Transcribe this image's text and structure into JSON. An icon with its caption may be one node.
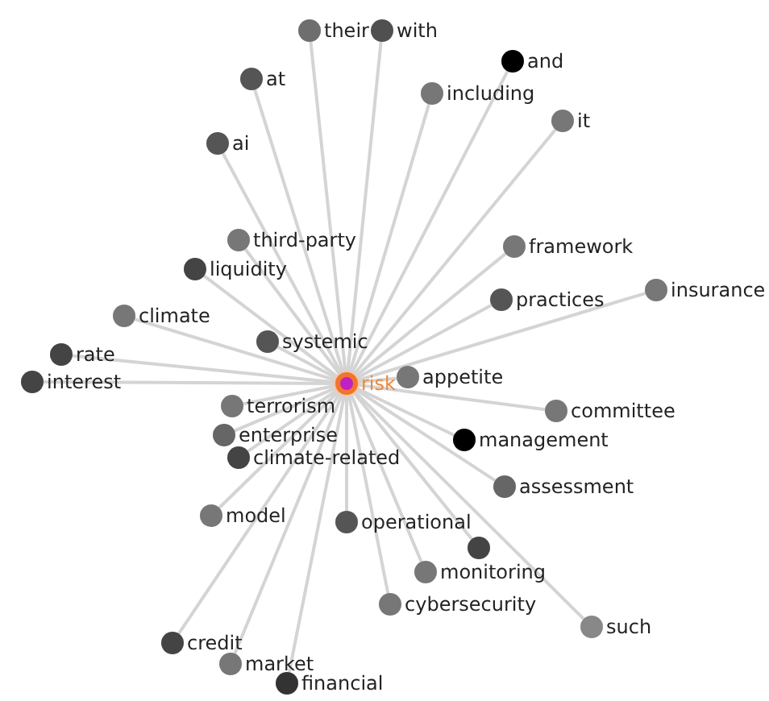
{
  "diagram": {
    "nodes": [
      {
        "text": [
          "risk"
        ]
      },
      {
        "text": [
          "their"
        ]
      },
      {
        "text": [
          "with"
        ]
      },
      {
        "text": [
          "at"
        ]
      },
      {
        "text": [
          "including"
        ]
      },
      {
        "text": [
          "and"
        ]
      },
      {
        "text": [
          "it"
        ]
      },
      {
        "text": [
          "ai"
        ]
      },
      {
        "text": [
          "framework"
        ]
      },
      {
        "text": [
          "third-party"
        ]
      },
      {
        "text": [
          "liquidity"
        ]
      },
      {
        "text": [
          "insurance"
        ]
      },
      {
        "text": [
          "practices"
        ]
      },
      {
        "text": [
          "climate"
        ]
      },
      {
        "text": [
          "systemic"
        ]
      },
      {
        "text": [
          "rate"
        ]
      },
      {
        "text": [
          "appetite"
        ]
      },
      {
        "text": [
          "interest"
        ]
      },
      {
        "text": [
          "terrorism"
        ]
      },
      {
        "text": [
          "committee"
        ]
      },
      {
        "text": [
          "management"
        ]
      },
      {
        "text": [
          "enterprise"
        ]
      },
      {
        "text": [
          "climate-related"
        ]
      },
      {
        "text": [
          "assessment"
        ]
      },
      {
        "text": [
          "model"
        ]
      },
      {
        "text": [
          "operational"
        ]
      },
      {
        "text": [],
        "shape": "circle"
      },
      {
        "text": [
          "monitoring"
        ]
      },
      {
        "text": [
          "cybersecurity"
        ]
      },
      {
        "text": [
          "such"
        ]
      },
      {
        "text": [
          "credit"
        ]
      },
      {
        "text": [
          "market"
        ]
      },
      {
        "text": [
          "financial"
        ]
      }
    ],
    "edges": [
      {
        "from": 0,
        "to": 1,
        "arrow": "none"
      },
      {
        "from": 0,
        "to": 2,
        "arrow": "none"
      },
      {
        "from": 0,
        "to": 3,
        "arrow": "none"
      },
      {
        "from": 0,
        "to": 4,
        "arrow": "none"
      },
      {
        "from": 0,
        "to": 5,
        "arrow": "none"
      },
      {
        "from": 0,
        "to": 6,
        "arrow": "none"
      },
      {
        "from": 0,
        "to": 7,
        "arrow": "none"
      },
      {
        "from": 0,
        "to": 8,
        "arrow": "none"
      },
      {
        "from": 0,
        "to": 9,
        "arrow": "none"
      },
      {
        "from": 0,
        "to": 10,
        "arrow": "none"
      },
      {
        "from": 0,
        "to": 11,
        "arrow": "none"
      },
      {
        "from": 0,
        "to": 12,
        "arrow": "none"
      },
      {
        "from": 0,
        "to": 13,
        "arrow": "none"
      },
      {
        "from": 0,
        "to": 14,
        "arrow": "none"
      },
      {
        "from": 0,
        "to": 15,
        "arrow": "none"
      },
      {
        "from": 0,
        "to": 16,
        "arrow": "none"
      },
      {
        "from": 0,
        "to": 17,
        "arrow": "none"
      },
      {
        "from": 0,
        "to": 18,
        "arrow": "none"
      },
      {
        "from": 0,
        "to": 19,
        "arrow": "none"
      },
      {
        "from": 0,
        "to": 20,
        "arrow": "none"
      },
      {
        "from": 0,
        "to": 21,
        "arrow": "none"
      },
      {
        "from": 0,
        "to": 22,
        "arrow": "none"
      },
      {
        "from": 0,
        "to": 23,
        "arrow": "none"
      },
      {
        "from": 0,
        "to": 24,
        "arrow": "none"
      },
      {
        "from": 0,
        "to": 25,
        "arrow": "none"
      },
      {
        "from": 0,
        "to": 26,
        "arrow": "none"
      },
      {
        "from": 0,
        "to": 27,
        "arrow": "none"
      },
      {
        "from": 0,
        "to": 28,
        "arrow": "none"
      },
      {
        "from": 0,
        "to": 29,
        "arrow": "none"
      },
      {
        "from": 0,
        "to": 30,
        "arrow": "none"
      },
      {
        "from": 0,
        "to": 31,
        "arrow": "none"
      },
      {
        "from": 0,
        "to": 32,
        "arrow": "none"
      }
    ]
  }
}
